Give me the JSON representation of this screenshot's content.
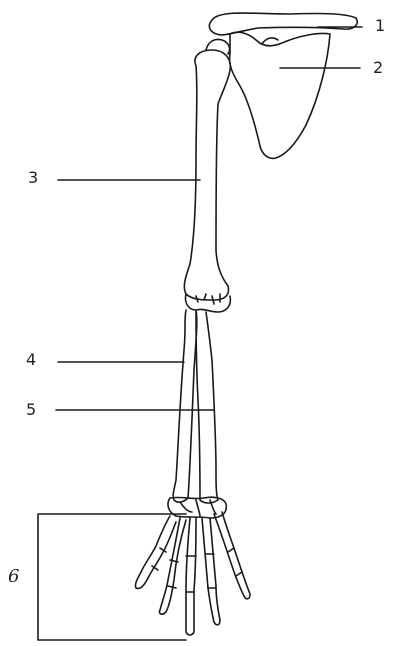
{
  "diagram": {
    "labels": [
      {
        "id": "1",
        "text": "1"
      },
      {
        "id": "2",
        "text": "2"
      },
      {
        "id": "3",
        "text": "3"
      },
      {
        "id": "4",
        "text": "4"
      },
      {
        "id": "5",
        "text": "5"
      },
      {
        "id": "6",
        "text": "6"
      }
    ],
    "colors": {
      "line": "#1a1a1a",
      "background": "#ffffff"
    }
  }
}
